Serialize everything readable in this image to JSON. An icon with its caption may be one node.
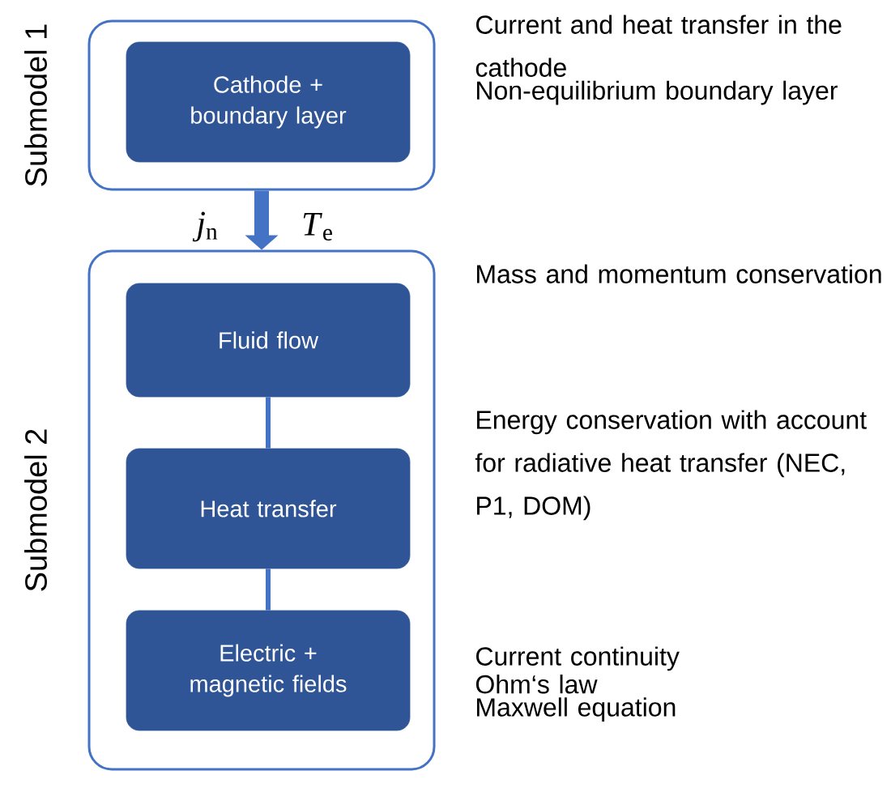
{
  "diagram": {
    "nodes": [
      {
        "text": [
          "Submodel 1"
        ]
      },
      {
        "text": [
          "Cathode + boundary layer"
        ],
        "in": 0,
        "beside": [
          "Current and heat transfer in the cathode",
          "Non-equilibrium boundary layer"
        ]
      },
      {
        "text": [
          "Submodel 2"
        ]
      },
      {
        "text": [
          "Fluid flow"
        ],
        "in": 2,
        "beside": [
          "Mass and momentum conservation"
        ]
      },
      {
        "text": [
          "Heat transfer"
        ],
        "in": 2,
        "beside": [
          "Energy conservation with account for radiative heat transfer (NEC, P1, DOM)"
        ]
      },
      {
        "text": [
          "Electric + magnetic fields"
        ],
        "in": 2,
        "beside": [
          "Current continuity",
          "Ohm‘s law",
          "Maxwell equation"
        ]
      }
    ],
    "edges": [
      {
        "from": 0,
        "to": 2,
        "arrow": "to",
        "style": "thick"
      },
      {
        "from": 3,
        "to": 4,
        "arrow": "none"
      },
      {
        "from": 4,
        "to": 5,
        "arrow": "none"
      }
    ],
    "labels": [
      "*j*$_{n}$",
      "*T*$_{e}$"
    ]
  }
}
